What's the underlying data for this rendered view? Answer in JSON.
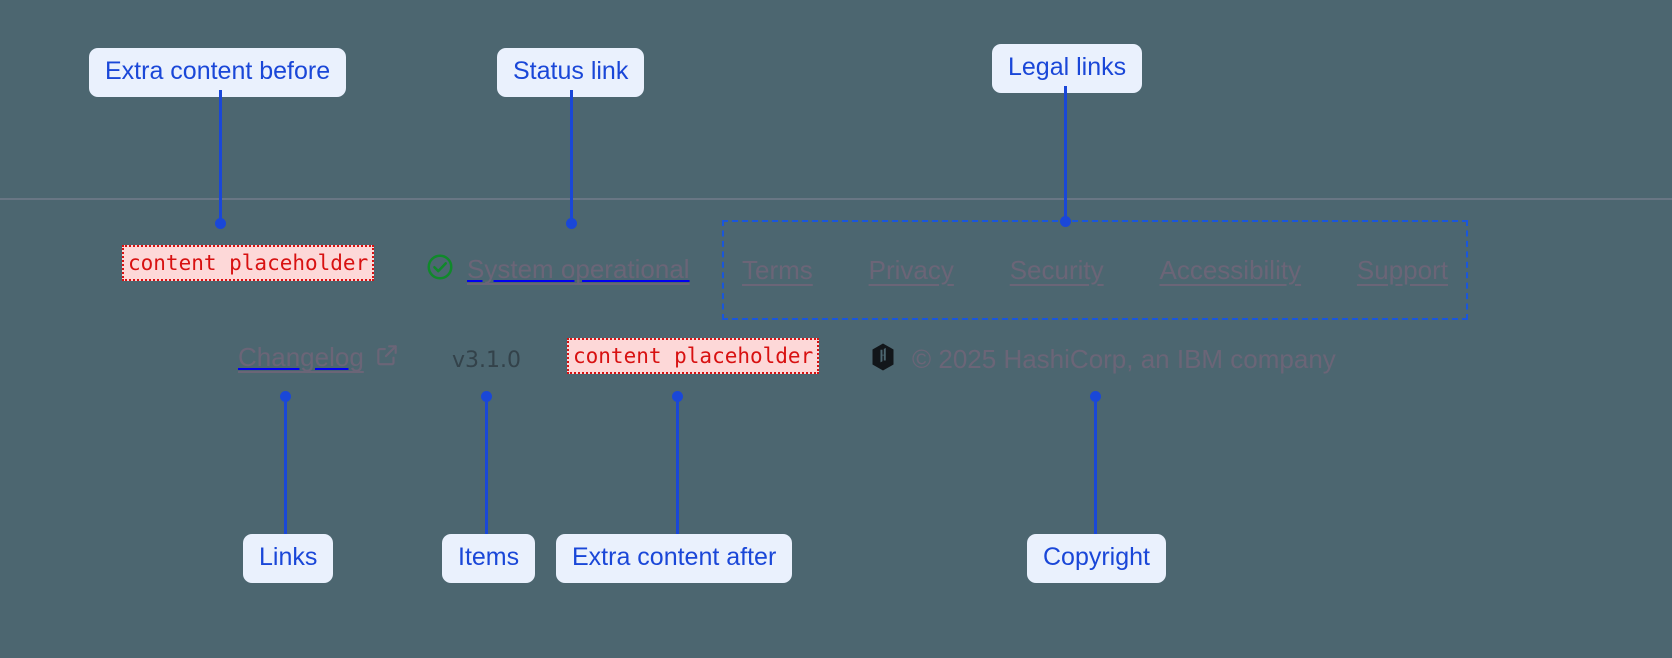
{
  "footer": {
    "extra_content_before": "content placeholder",
    "status": {
      "icon": "check-circle-icon",
      "label": "System operational",
      "icon_color": "#10892b"
    },
    "legal_links": [
      {
        "label": "Terms"
      },
      {
        "label": "Privacy"
      },
      {
        "label": "Security"
      },
      {
        "label": "Accessibility"
      },
      {
        "label": "Support"
      }
    ],
    "links": [
      {
        "label": "Changelog",
        "icon": "external-link-icon"
      }
    ],
    "items": [
      {
        "label": "v3.1.0"
      }
    ],
    "extra_content_after": "content placeholder",
    "copyright": {
      "logo": "hashicorp-logo",
      "text": "© 2025 HashiCorp, an IBM company"
    }
  },
  "annotations": [
    {
      "label": "Extra content before"
    },
    {
      "label": "Status link"
    },
    {
      "label": "Legal links"
    },
    {
      "label": "Links"
    },
    {
      "label": "Items"
    },
    {
      "label": "Extra content after"
    },
    {
      "label": "Copyright"
    }
  ],
  "colors": {
    "page_background": "#4c6670",
    "annotation_accent": "#1a47d8",
    "annotation_chip_bg": "#eaf1fd",
    "placeholder_text": "#d81111",
    "placeholder_bg": "#fdd8d8",
    "footer_link": "#6b6577",
    "status_ok": "#10892b"
  }
}
